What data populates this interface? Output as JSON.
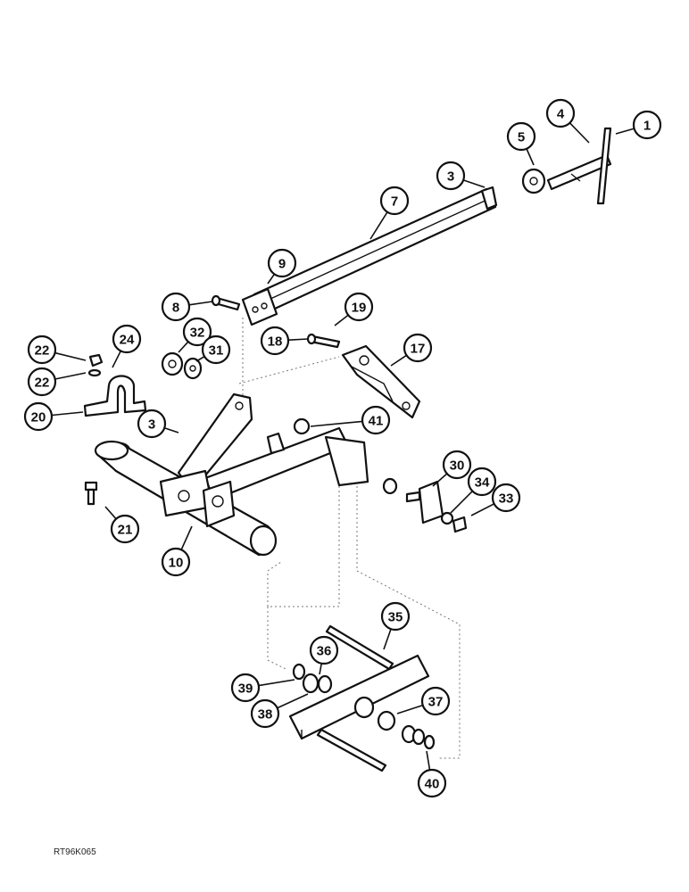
{
  "figure_ref": "RT96K065",
  "callouts": [
    {
      "id": "1"
    },
    {
      "id": "4"
    },
    {
      "id": "5"
    },
    {
      "id": "3"
    },
    {
      "id": "7"
    },
    {
      "id": "9"
    },
    {
      "id": "8"
    },
    {
      "id": "19"
    },
    {
      "id": "18"
    },
    {
      "id": "17"
    },
    {
      "id": "24"
    },
    {
      "id": "32"
    },
    {
      "id": "31"
    },
    {
      "id": "22"
    },
    {
      "id": "22"
    },
    {
      "id": "20"
    },
    {
      "id": "3"
    },
    {
      "id": "41"
    },
    {
      "id": "30"
    },
    {
      "id": "34"
    },
    {
      "id": "33"
    },
    {
      "id": "21"
    },
    {
      "id": "10"
    },
    {
      "id": "35"
    },
    {
      "id": "36"
    },
    {
      "id": "39"
    },
    {
      "id": "38"
    },
    {
      "id": "37"
    },
    {
      "id": "40"
    }
  ]
}
